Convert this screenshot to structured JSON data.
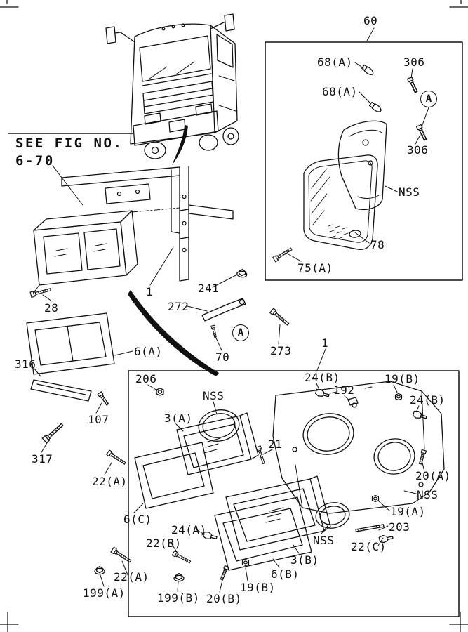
{
  "colors": {
    "ink": "#111111",
    "paper": "#ffffff"
  },
  "see_fig": {
    "line1": "SEE FIG NO.",
    "line2": "6-70"
  },
  "callout_letter": "A",
  "labels": [
    {
      "text": "60"
    },
    {
      "text": "68(A)"
    },
    {
      "text": "306"
    },
    {
      "text": "68(A)"
    },
    {
      "text": "306"
    },
    {
      "text": "NSS"
    },
    {
      "text": "78"
    },
    {
      "text": "75(A)"
    },
    {
      "text": "28"
    },
    {
      "text": "1"
    },
    {
      "text": "241"
    },
    {
      "text": "272"
    },
    {
      "text": "273"
    },
    {
      "text": "70"
    },
    {
      "text": "6(A)"
    },
    {
      "text": "316"
    },
    {
      "text": "107"
    },
    {
      "text": "317"
    },
    {
      "text": "206"
    },
    {
      "text": "24(B)"
    },
    {
      "text": "192"
    },
    {
      "text": "19(B)"
    },
    {
      "text": "24(B)"
    },
    {
      "text": "NSS"
    },
    {
      "text": "3(A)"
    },
    {
      "text": "21"
    },
    {
      "text": "1"
    },
    {
      "text": "22(A)"
    },
    {
      "text": "6(C)"
    },
    {
      "text": "20(A)"
    },
    {
      "text": "NSS"
    },
    {
      "text": "19(A)"
    },
    {
      "text": "203"
    },
    {
      "text": "22(C)"
    },
    {
      "text": "NSS"
    },
    {
      "text": "3(B)"
    },
    {
      "text": "6(B)"
    },
    {
      "text": "24(A)"
    },
    {
      "text": "22(B)"
    },
    {
      "text": "19(B)"
    },
    {
      "text": "20(B)"
    },
    {
      "text": "199(B)"
    },
    {
      "text": "199(A)"
    },
    {
      "text": "22(A)"
    }
  ]
}
